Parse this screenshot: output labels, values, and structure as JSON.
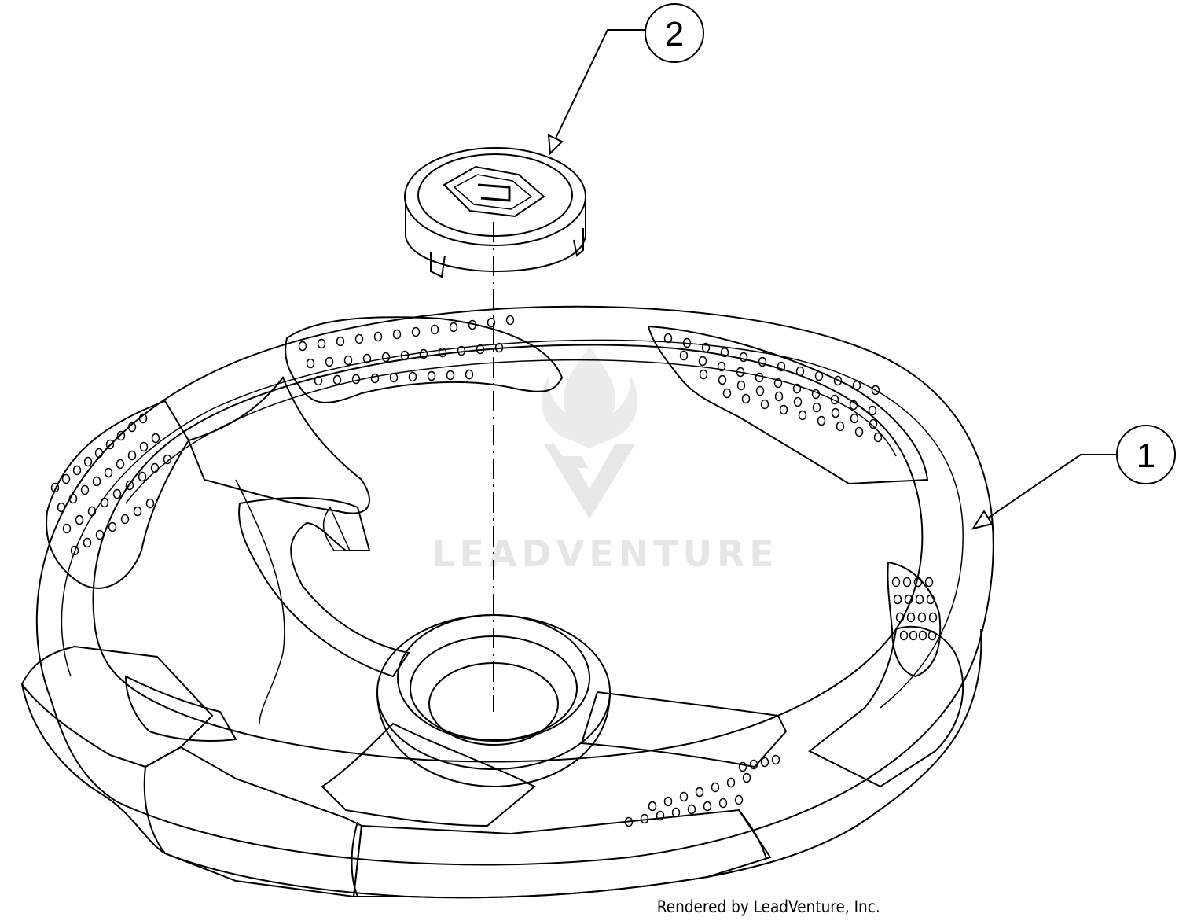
{
  "callouts": [
    {
      "number": "1",
      "part": "steering-wheel"
    },
    {
      "number": "2",
      "part": "center-cap"
    }
  ],
  "watermark": {
    "text": "LEADVENTURE"
  },
  "credit": {
    "text": "Rendered by LeadVenture, Inc."
  },
  "colors": {
    "line": "#000000",
    "watermark": "#e6e6e6",
    "background": "#ffffff"
  }
}
